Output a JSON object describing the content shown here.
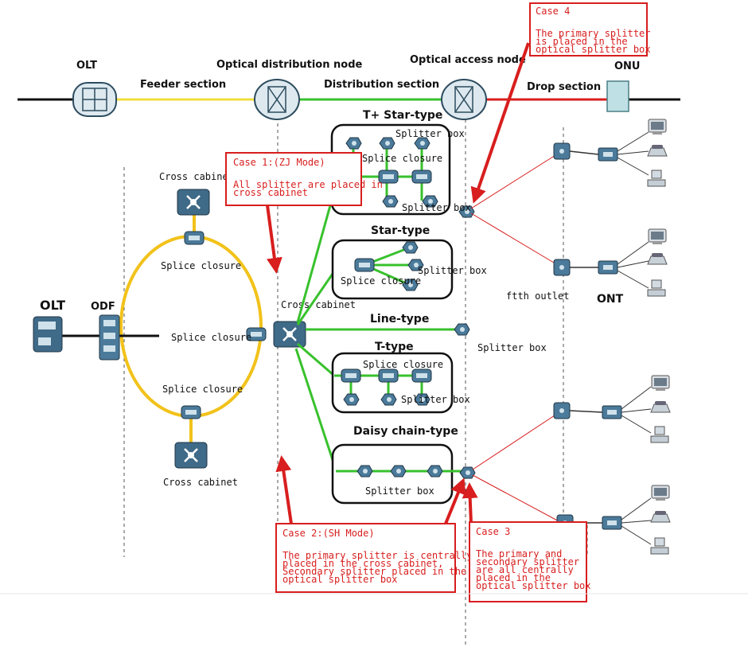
{
  "colors": {
    "feeder": "#f2dd3f",
    "distribution": "#38c12d",
    "drop": "#d81e1e",
    "ring": "#f2c21b",
    "case": "#d81e1e",
    "device": "#4b7a9a"
  },
  "top": {
    "olt": "OLT",
    "odn": "Optical distribution node",
    "oan": "Optical access node",
    "onu": "ONU",
    "feeder": "Feeder section",
    "distribution": "Distribution section",
    "drop": "Drop section"
  },
  "left": {
    "olt": "OLT",
    "odf": "ODF",
    "cross_cabinet_top": "Cross cabinet",
    "splice_top": "Splice closure",
    "splice_mid": "Splice closure",
    "splice_bottom": "Splice closure",
    "cross_cabinet_bottom": "Cross cabinet",
    "cross_cabinet_center": "Cross cabinet"
  },
  "topologies": {
    "tstar": {
      "title": "T+ Star-type",
      "splitter": "Splitter box",
      "splice": "Splice closure",
      "splitter2": "Splitter box"
    },
    "star": {
      "title": "Star-type",
      "splitter": "Splitter box",
      "splice": "Splice closure"
    },
    "line": {
      "title": "Line-type",
      "splitter": "Splitter box"
    },
    "t": {
      "title": "T-type",
      "splice": "Splice closure",
      "splitter": "Splitter box"
    },
    "daisy": {
      "title": "Daisy chain-type",
      "splitter": "Splitter box"
    }
  },
  "right": {
    "ftth": "ftth outlet",
    "ont": "ONT"
  },
  "cases": {
    "case1": {
      "title": "Case 1:(ZJ Mode)",
      "lines": [
        "All splitter are placed in",
        "cross cabinet"
      ]
    },
    "case2": {
      "title": "Case 2:(SH Mode)",
      "lines": [
        "The primary splitter is centrally",
        "placed in the cross cabinet,",
        "Secondary splitter placed in the",
        "optical splitter box"
      ]
    },
    "case3": {
      "title": "Case 3",
      "lines": [
        "The primary and",
        "secondary splitter",
        "are all centrally",
        "placed in the",
        "optical splitter box"
      ]
    },
    "case4": {
      "title": "Case 4",
      "lines": [
        "The primary splitter",
        "is placed in the",
        "optical splitter box"
      ]
    }
  }
}
